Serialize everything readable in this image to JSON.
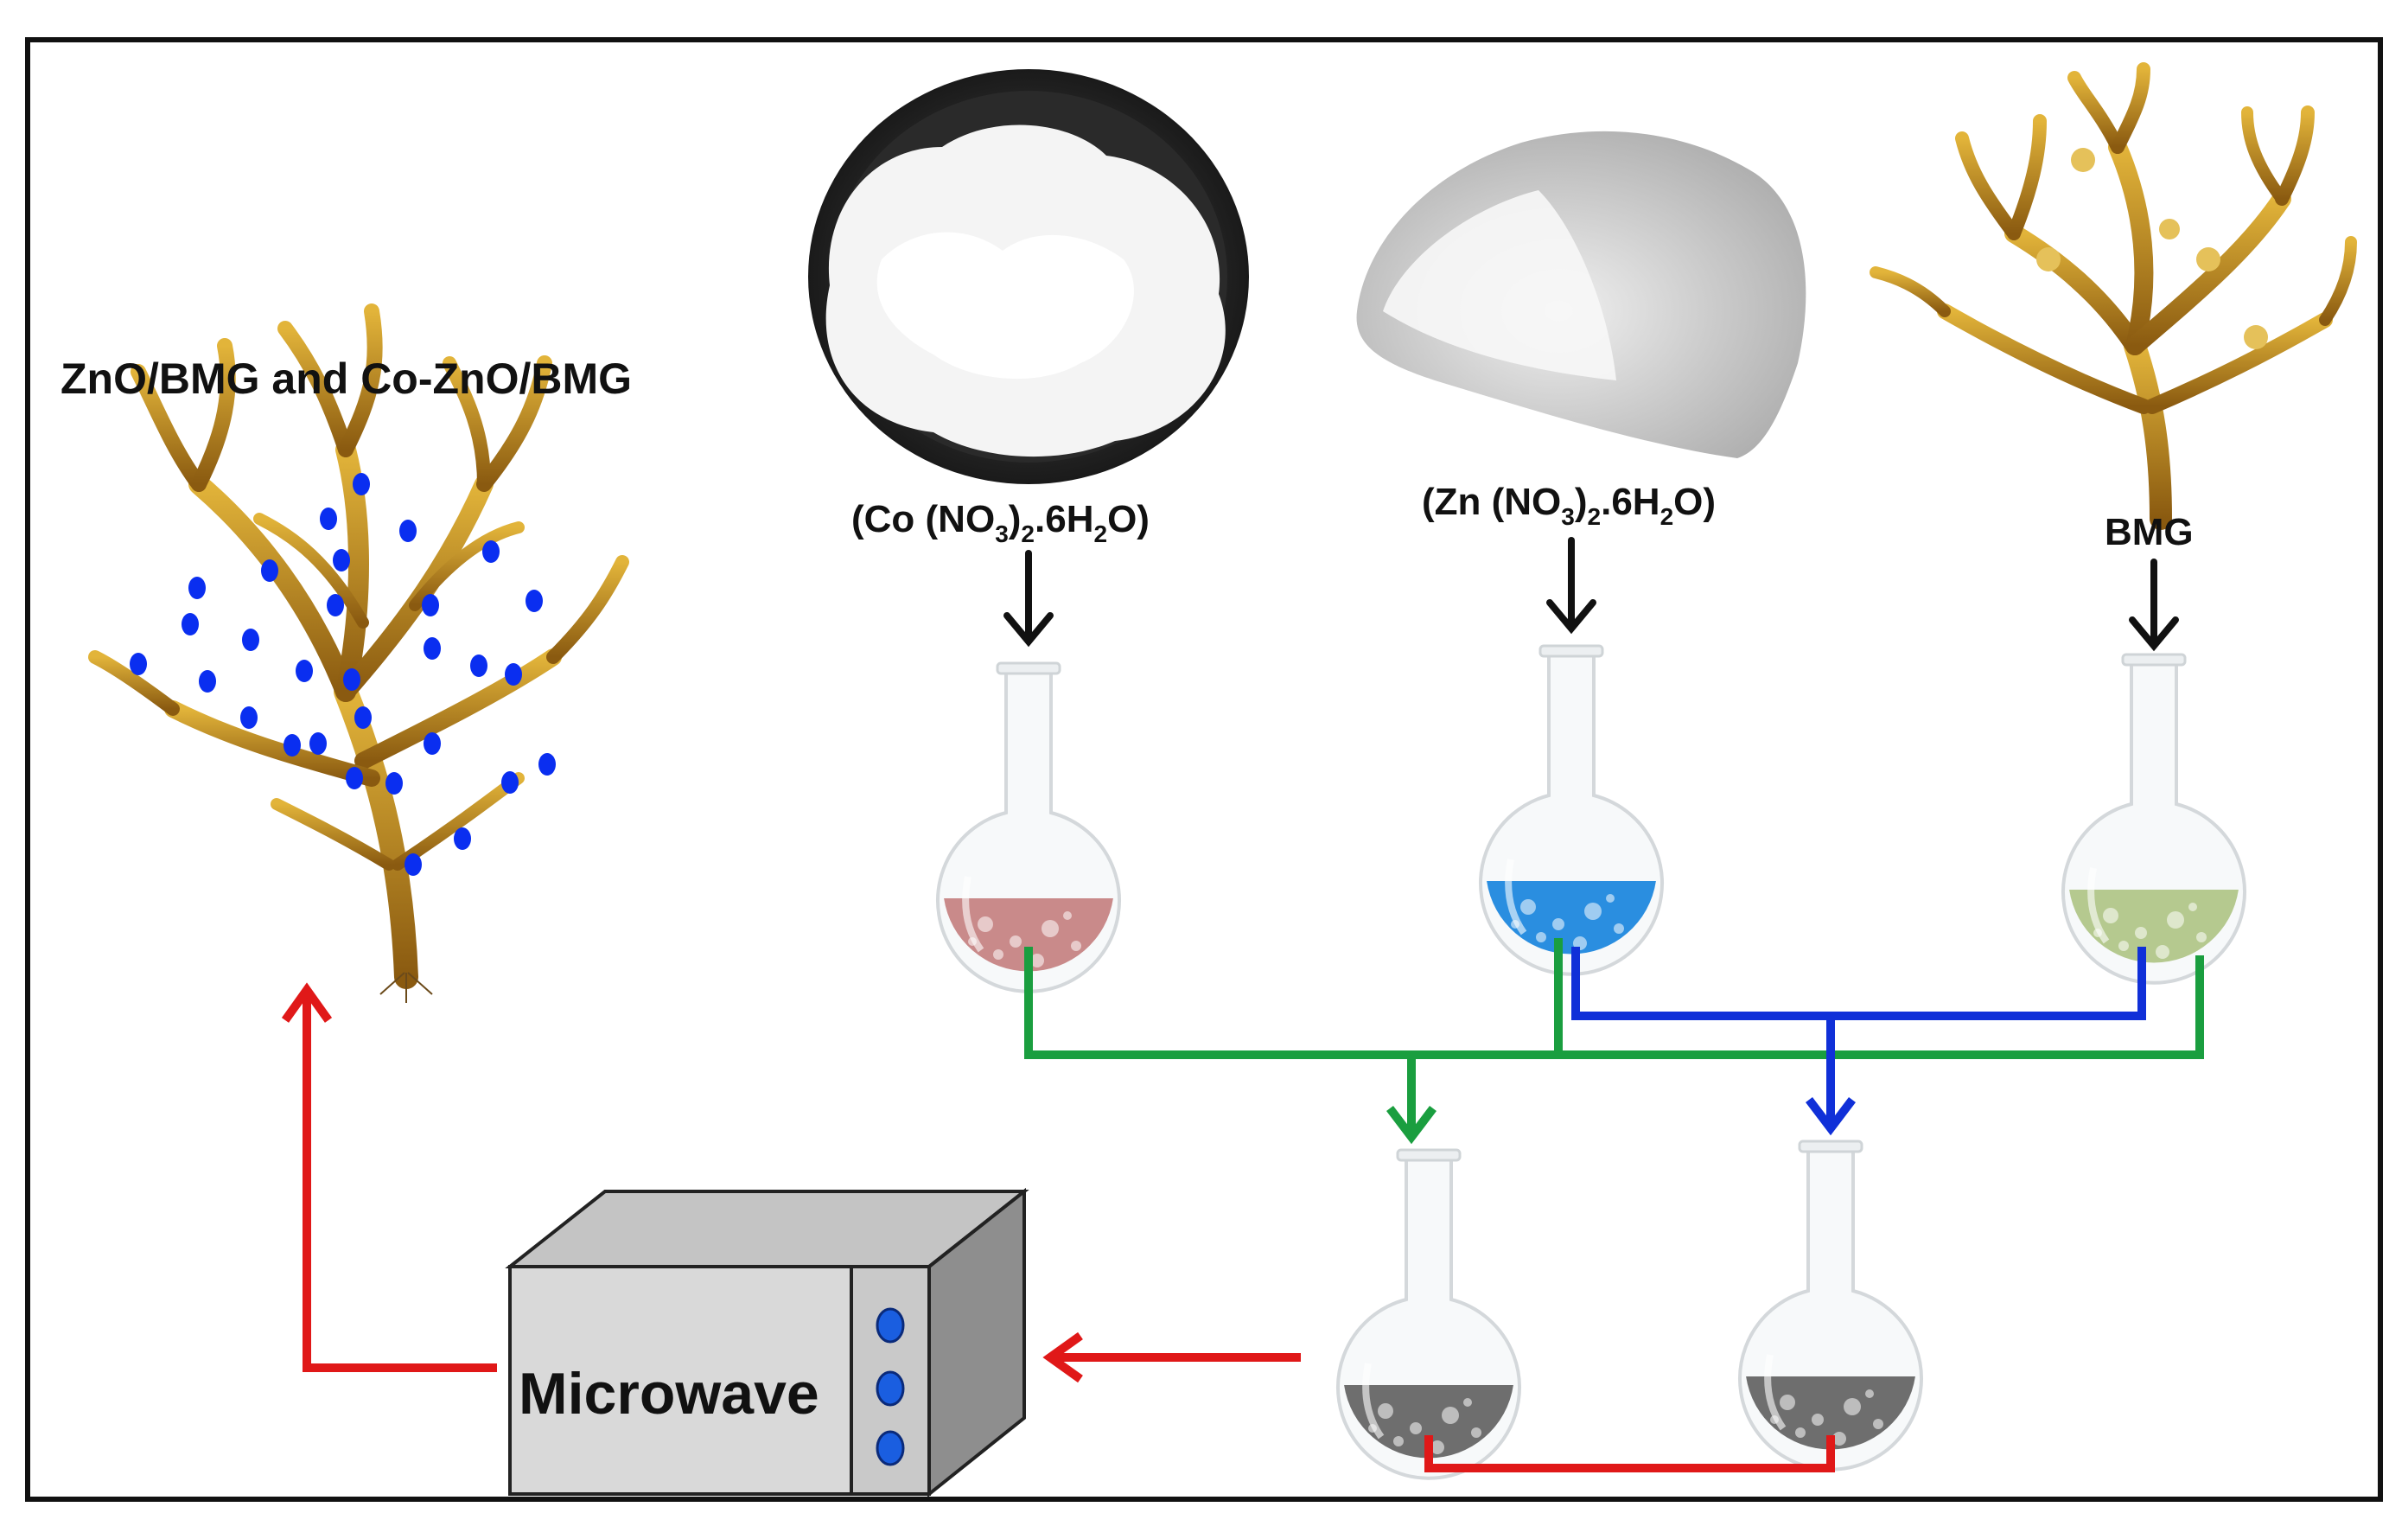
{
  "labels": {
    "product": "ZnO/BMG and Co-ZnO/BMG",
    "cobalt_main": "(Co (NO",
    "cobalt_sub1": "3",
    "cobalt_mid": ")",
    "cobalt_sub2": "2",
    "cobalt_tail1": ".6H",
    "cobalt_sub3": "2",
    "cobalt_tail2": "O)",
    "zinc_main": "(Zn (NO",
    "zinc_sub1": "3",
    "zinc_mid": ")",
    "zinc_sub2": "2",
    "zinc_tail1": ".6H",
    "zinc_sub3": "2",
    "zinc_tail2": "O)",
    "bmg": "BMG",
    "microwave": "Microwave"
  },
  "colors": {
    "cobalt_solution": "#c98a8a",
    "zinc_solution": "#2a8ee0",
    "bmg_solution": "#b5c98f",
    "mixture": "#6e6e6e",
    "green_flow": "#1a9e3f",
    "blue_flow": "#1030d8",
    "red_flow": "#e01818",
    "seaweed": "#c8961e",
    "nanoparticle": "#0a2ef0",
    "microwave_body": "#d9d9d9"
  }
}
